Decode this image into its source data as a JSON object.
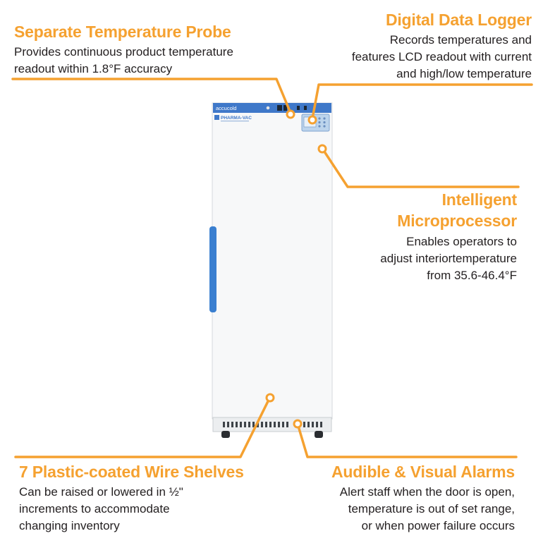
{
  "callouts": {
    "probe": {
      "title": "Separate Temperature Probe",
      "desc": [
        "Provides continuous product temperature",
        "readout within 1.8°F accuracy"
      ]
    },
    "logger": {
      "title": "Digital Data Logger",
      "desc": [
        "Records temperatures and",
        "features LCD readout with current",
        "and high/low temperature"
      ]
    },
    "micro": {
      "title": [
        "Intelligent",
        "Microprocessor"
      ],
      "desc": [
        "Enables operators to",
        "adjust interiortemperature",
        "from 35.6-46.4°F"
      ]
    },
    "shelves": {
      "title": "7 Plastic-coated Wire Shelves",
      "desc": [
        "Can be raised or lowered in ½\"",
        "increments to accommodate",
        "changing inventory"
      ]
    },
    "alarms": {
      "title": "Audible & Visual Alarms",
      "desc": [
        "Alert staff when the door is open,",
        "temperature is out of set range,",
        "or when power failure occurs"
      ]
    }
  },
  "fridge": {
    "brand": "accucold",
    "model_logo": "PHARMA-VAC"
  },
  "colors": {
    "accent": "#f5a130",
    "blue_band": "#3f78c9",
    "handle": "#3a7fd0",
    "cabinet": "#f7f8f9"
  }
}
